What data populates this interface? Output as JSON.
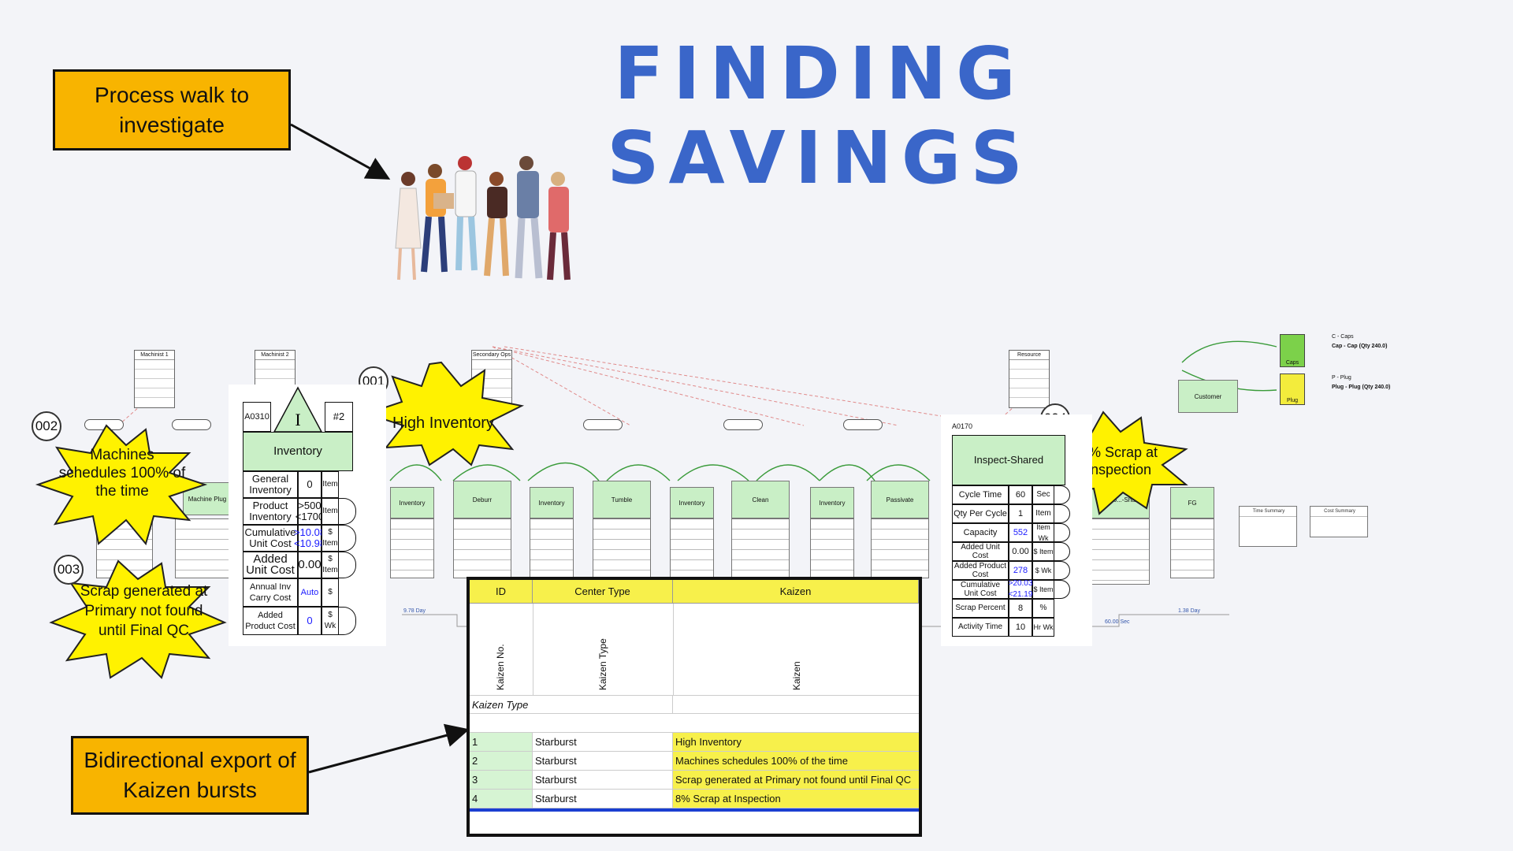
{
  "title": "FINDING SAVINGS",
  "callouts": {
    "walk": "Process walk to investigate",
    "export": "Bidirectional export of Kaizen bursts"
  },
  "bursts": [
    {
      "id": "001",
      "text": "High Inventory"
    },
    {
      "id": "002",
      "text": "Machines schedules 100% of the time"
    },
    {
      "id": "003",
      "text": "Scrap generated at Primary not found until Final QC"
    },
    {
      "id": "004",
      "text": "8% Scrap at Inspection"
    }
  ],
  "vsm": {
    "resources": [
      "Machinist 1",
      "Machinist 2",
      "Secondary Ops",
      "Resource"
    ],
    "steps": [
      "Machine Plug",
      "Inventory",
      "Deburr",
      "Inventory",
      "Tumble",
      "Inventory",
      "Clean",
      "Inventory",
      "Passivate",
      "Job Co...-Shared",
      "FG",
      "Customer"
    ],
    "products": [
      {
        "name": "Caps",
        "code": "C - Caps",
        "desc": "Cap - Cap (Qty 240.0)"
      },
      {
        "name": "Plug",
        "code": "P - Plug",
        "desc": "Plug - Plug (Qty 240.0)"
      }
    ],
    "timeline": [
      "9.78 Day",
      "1.38 Day",
      "60.00 Sec"
    ],
    "summaries": [
      "Time Summary",
      "Cost Summary"
    ]
  },
  "inventory_box": {
    "id": "A0310",
    "num": "#2",
    "title": "Inventory",
    "rows": [
      {
        "label": "General Inventory",
        "value": "0",
        "unit": "Item"
      },
      {
        "label": "Product Inventory",
        "value": ">500 <1700",
        "unit": "Item"
      },
      {
        "label": "Cumulative Unit Cost",
        "value": ">10.08 <10.98",
        "unit": "$ Item"
      },
      {
        "label": "Added Unit Cost",
        "value": "0.00",
        "unit": "$ Item"
      },
      {
        "label": "Annual Inv Carry Cost",
        "value": "Auto",
        "unit": "$"
      },
      {
        "label": "Added Product Cost",
        "value": "0",
        "unit": "$ Wk"
      }
    ]
  },
  "inspect_box": {
    "id": "A0170",
    "title": "Inspect-Shared",
    "rows": [
      {
        "label": "Cycle Time",
        "value": "60",
        "unit": "Sec"
      },
      {
        "label": "Qty Per Cycle",
        "value": "1",
        "unit": "Item"
      },
      {
        "label": "Capacity",
        "value": "552",
        "unit": "Item Wk"
      },
      {
        "label": "Added Unit Cost",
        "value": "0.00",
        "unit": "$ Item"
      },
      {
        "label": "Added Product Cost",
        "value": "278",
        "unit": "$ Wk"
      },
      {
        "label": "Cumulative Unit Cost",
        "value": ">20.03 <21.19",
        "unit": "$ Item"
      },
      {
        "label": "Scrap Percent",
        "value": "8",
        "unit": "%"
      },
      {
        "label": "Activity Time",
        "value": "10",
        "unit": "Hr Wk"
      }
    ]
  },
  "kaizen_table": {
    "headers": [
      "ID",
      "Center Type",
      "Kaizen"
    ],
    "vertical": [
      "Kaizen No.",
      "Kaizen Type",
      "Kaizen"
    ],
    "type_label": "Kaizen Type",
    "rows": [
      {
        "id": "1",
        "type": "Starburst",
        "kaizen": "High Inventory"
      },
      {
        "id": "2",
        "type": "Starburst",
        "kaizen": "Machines schedules 100% of the time"
      },
      {
        "id": "3",
        "type": "Starburst",
        "kaizen": "Scrap generated at Primary not found until Final QC"
      },
      {
        "id": "4",
        "type": "Starburst",
        "kaizen": "8% Scrap at Inspection"
      }
    ]
  },
  "colors": {
    "title": "#3a66c9",
    "callout": "#f8b400",
    "burst": "#fff200",
    "green": "#c9efc6",
    "table_yellow": "#f7f04b"
  }
}
